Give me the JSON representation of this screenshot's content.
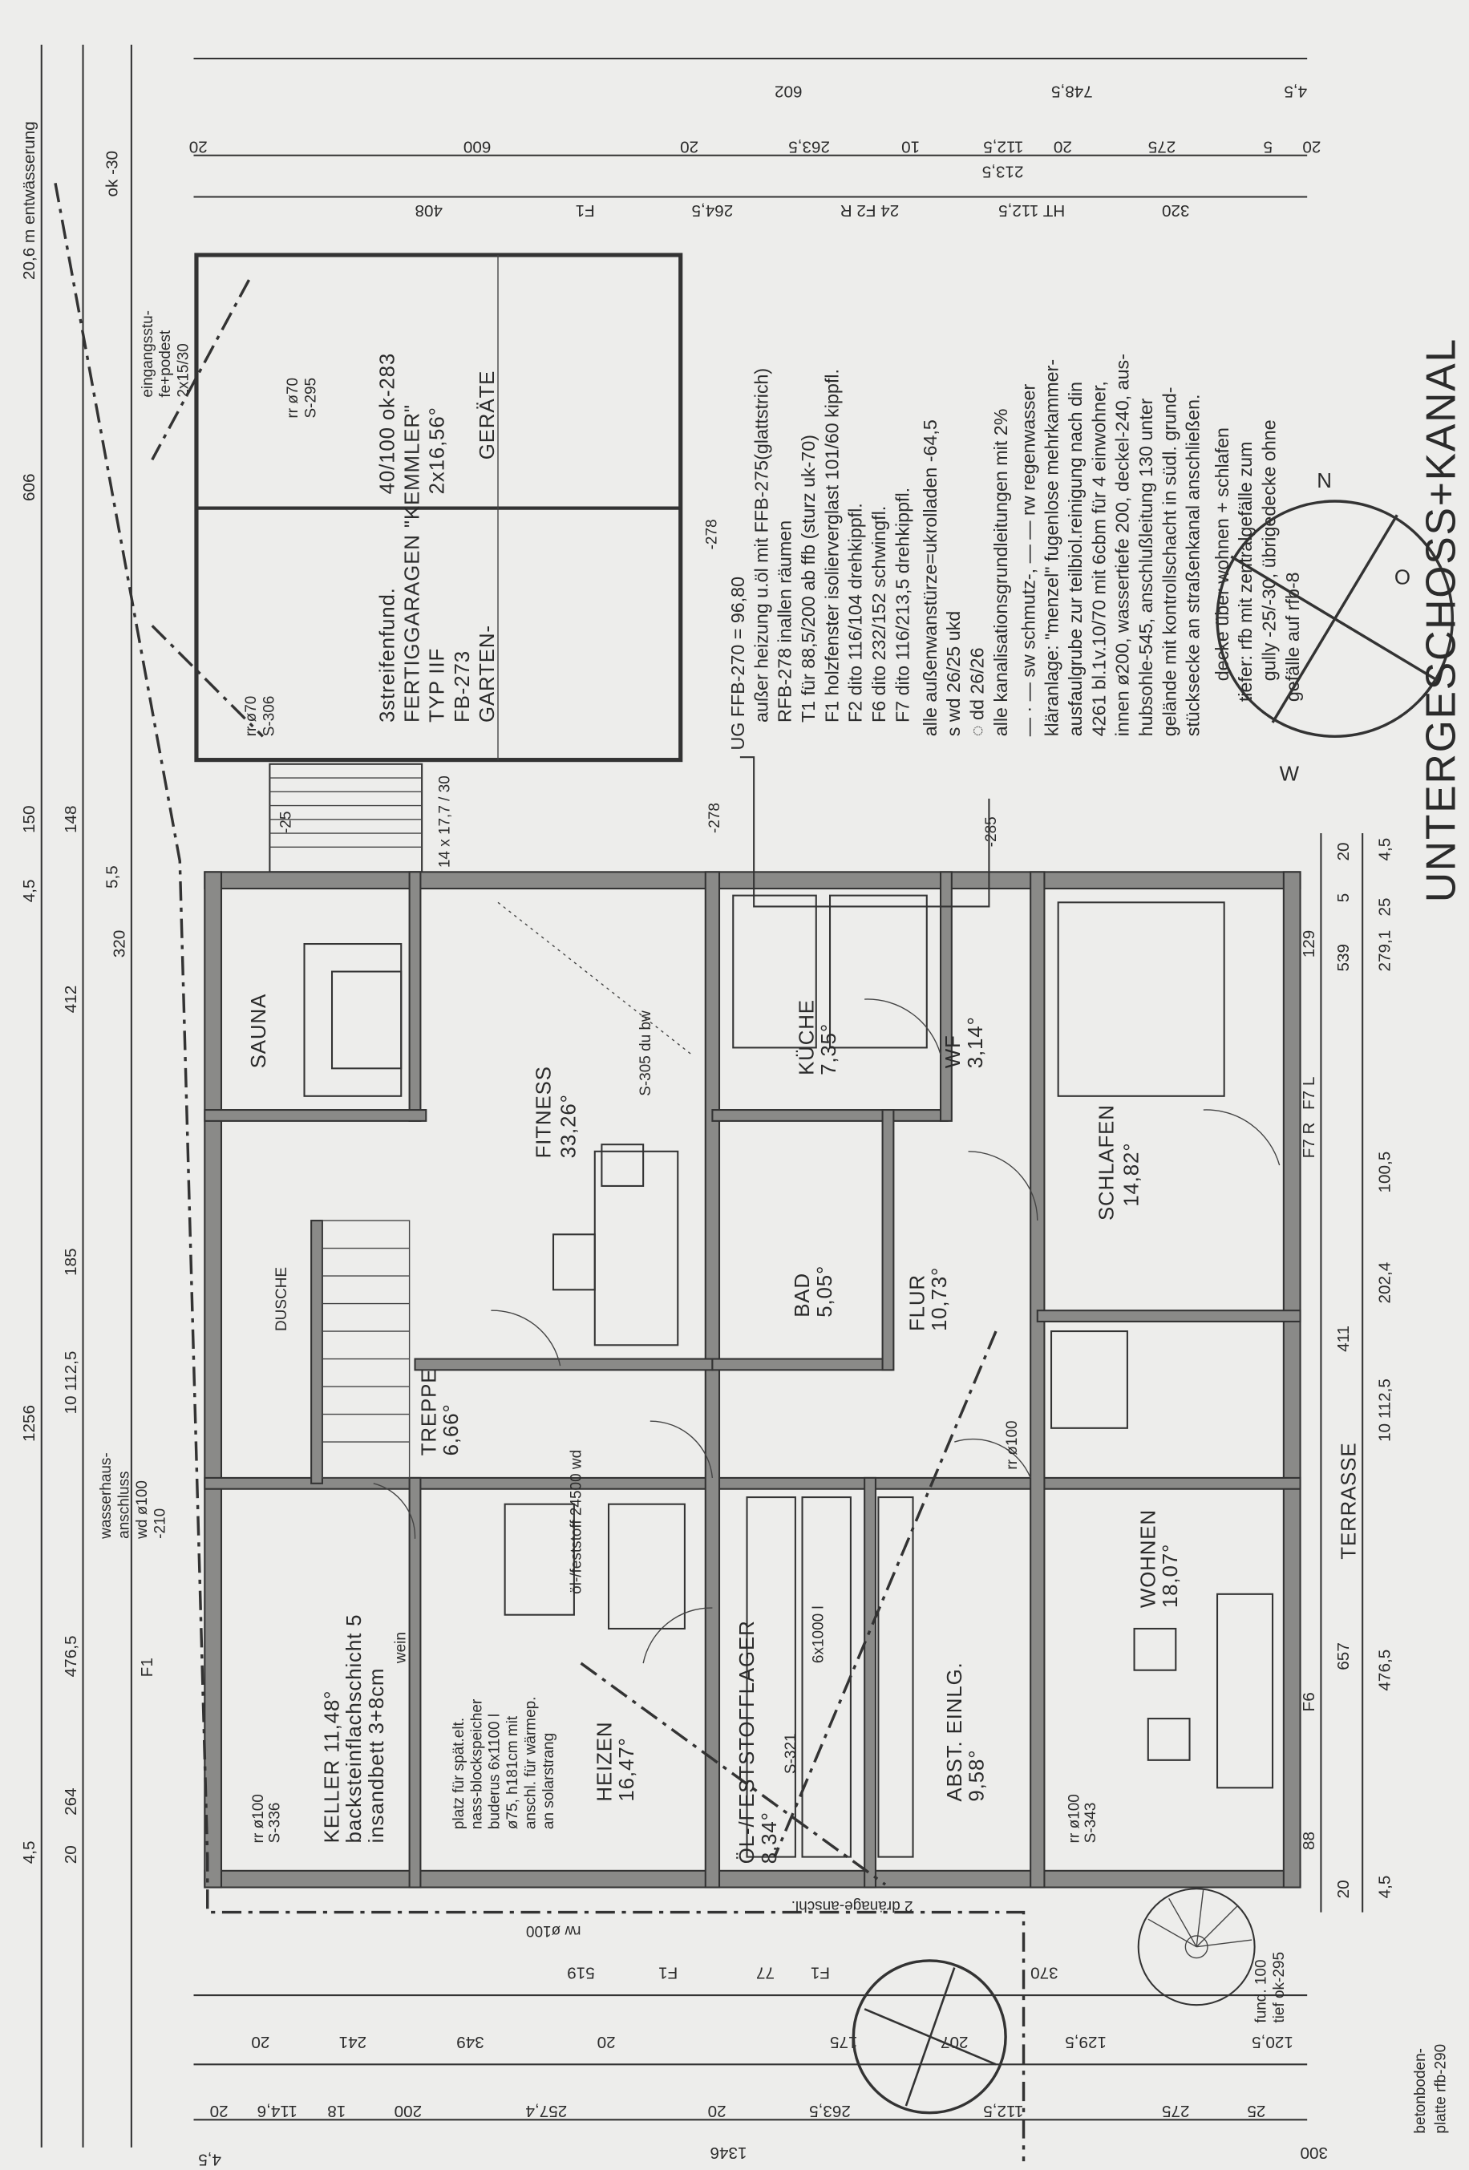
{
  "title": "UNTERGESCHOSS+KANAL",
  "rooms": [
    {
      "name": "SAUNA",
      "area": ""
    },
    {
      "name": "FITNESS",
      "area": "33,26°"
    },
    {
      "name": "KÜCHE",
      "area": "7,35°"
    },
    {
      "name": "WF",
      "area": "3,14°"
    },
    {
      "name": "SCHLAFEN",
      "area": "14,82°"
    },
    {
      "name": "BAD",
      "area": "5,05°"
    },
    {
      "name": "FLUR",
      "area": "10,73°"
    },
    {
      "name": "TREPPE",
      "area": "6,66°"
    },
    {
      "name": "DUSCHE",
      "area": ""
    },
    {
      "name": "KELLER 11,48°",
      "area": "backsteinflachschicht 5"
    },
    {
      "name": "HEIZEN",
      "area": "16,47°"
    },
    {
      "name": "ÖL-/FESTSTOFFLAGER",
      "area": "8,34°"
    },
    {
      "name": "ABST. EINLG.",
      "area": "9,58°"
    },
    {
      "name": "WOHNEN",
      "area": "18,07°"
    },
    {
      "name": "TERRASSE",
      "area": ""
    }
  ],
  "room_notes": {
    "keller_bed": "insandbett 3+8cm",
    "keller_wein": "wein",
    "shower": "S-305 du bw",
    "tanks": "6x1000 l",
    "lager_level": "S-321",
    "heizung": [
      "platz für spät.elt.",
      "nass-blockspeicher",
      "buderus 6x1100 l",
      "ø75, h181cm mit",
      "anschl. für wärmep.",
      "an solarstrang"
    ],
    "oel": "öl-/feststoff 24500 wd"
  },
  "garage": {
    "lines": [
      "3streifenfund.",
      "FERTIGGARAGEN \"KEMMLER\"",
      "TYP IIF",
      "FB-273",
      "GARTEN-"
    ],
    "size": [
      "40/100 ok-283",
      "2x16,56°"
    ],
    "geraete": "GERÄTE",
    "rr1": [
      "rr ø70",
      "S-306"
    ],
    "rr2": [
      "rr ø70",
      "S-295"
    ],
    "entry": [
      "eingangsstu-",
      "fe+podest",
      "2x15/30"
    ]
  },
  "notes": [
    "UG  FFB-270 = 96,80",
    "außer heizung u.öl mit FFB-275(glattstrich)",
    "RFB-278 inallen räumen",
    "T1 für 88,5/200 ab ffb (sturz uk-70)",
    "F1 holzfenster isolierverglast 101/60 kippfl.",
    "F2 dito 116/104 drehkippfl.",
    "F6 dito 232/152 schwingfl.",
    "F7 dito 116/213,5 drehkippfl.",
    "alle außenwanstürze=ukrolladen -64,5",
    "s  wd 26/25 ukd",
    "◌  dd 26/26",
    "alle kanalisationsgrundleitungen mit 2%",
    "— · — sw schmutz-, — — rw regenwasser",
    "kläranlage: \"menzel\" fugenlose mehrkammer-",
    "ausfaulgrube zur teilbiol.reinigung nach din",
    "4261 bl.1v.10/70 mit 6cbm für 4 einwohner,",
    "innen ø200, wassertiefe 200, deckel-240, aus-",
    "hubsohle-545, anschlußleitung 130 unter",
    "gelände mit kontrollschacht in südl. grund-",
    "stücksecke an straßenkanal anschließen.",
    "decke über wohnen + schlafen",
    "tiefer: rfb mit zentralgefälle zum",
    "gully -25/-30, übrigedecke ohne",
    "gefälle auf rfb-8"
  ],
  "levels": [
    "-278",
    "-278",
    "-285",
    "14 x 17,7 / 30",
    "-25"
  ],
  "dimensions": {
    "top": [
      "602",
      "748,5",
      "4,5",
      "20",
      "600",
      "20",
      "263,5",
      "10",
      "112,5",
      "20",
      "275",
      "5",
      "20",
      "408",
      "F1",
      "264,5",
      "24 F2 R",
      "HT 112,5",
      "213,5",
      "320"
    ],
    "left": [
      "20,6 m entwässerung",
      "ok -30",
      "606",
      "150",
      "4,5",
      "1256",
      "412",
      "320",
      "185",
      "476,5",
      "264",
      "20",
      "4,5",
      "F1",
      "10 112,5",
      "148",
      "5,5"
    ],
    "right": [
      "20",
      "4,5",
      "129",
      "539",
      "279,1",
      "100,5",
      "202,4",
      "411",
      "10 112,5",
      "657",
      "476,5",
      "88",
      "20",
      "4,5",
      "F7 L",
      "F7 R",
      "F6",
      "25",
      "5"
    ],
    "bottom": [
      "1346",
      "4,5",
      "20",
      "114,6",
      "18",
      "200",
      "257,4",
      "20",
      "263,5",
      "112,5",
      "275",
      "25",
      "300",
      "20",
      "241",
      "349",
      "20",
      "175",
      "207",
      "129,5",
      "120,5",
      "519",
      "F1",
      "77",
      "F1",
      "370"
    ],
    "base": [
      "betonboden-",
      "platte rfb-290"
    ],
    "fund": [
      "fund. 100",
      "tief ok-295"
    ],
    "drain": "rw ø100",
    "drain2": "2 dränage-anschl.",
    "rr_keller": [
      "rr ø100",
      "S-336"
    ],
    "rr_wohnen": [
      "rr ø100",
      "S-343"
    ],
    "rr_flur": "rr ø100",
    "wasser": [
      "wasserhaus-",
      "anschluss",
      "wd ø100",
      "-210"
    ]
  },
  "compass": [
    "N",
    "O",
    "W"
  ]
}
